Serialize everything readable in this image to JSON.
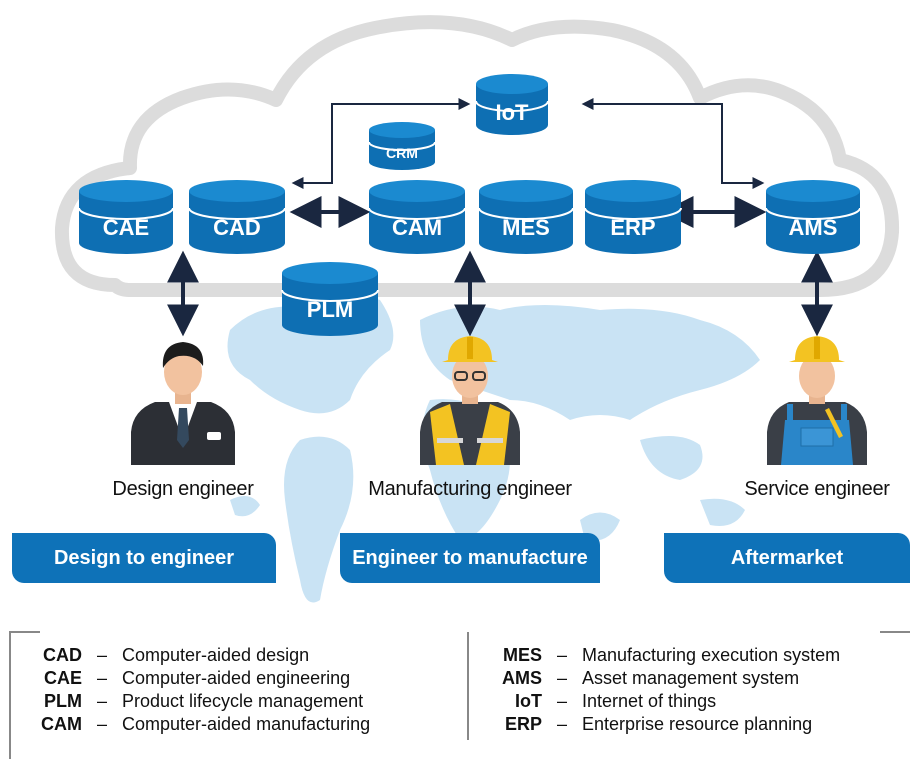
{
  "systems": {
    "iot": "IoT",
    "crm": "CRM",
    "cae": "CAE",
    "cad": "CAD",
    "cam": "CAM",
    "mes": "MES",
    "erp": "ERP",
    "ams": "AMS",
    "plm": "PLM"
  },
  "roles": {
    "design": "Design engineer",
    "manufacturing": "Manufacturing engineer",
    "service": "Service engineer"
  },
  "stages": {
    "design": "Design to engineer",
    "manufacture": "Engineer to manufacture",
    "aftermarket": "Aftermarket"
  },
  "legend": {
    "separator": "–",
    "left": [
      {
        "abbr": "CAD",
        "text": "Computer-aided design"
      },
      {
        "abbr": "CAE",
        "text": "Computer-aided engineering"
      },
      {
        "abbr": "PLM",
        "text": "Product lifecycle management"
      },
      {
        "abbr": "CAM",
        "text": "Computer-aided manufacturing"
      }
    ],
    "right": [
      {
        "abbr": "MES",
        "text": "Manufacturing execution system"
      },
      {
        "abbr": "AMS",
        "text": "Asset management system"
      },
      {
        "abbr": "IoT",
        "text": "Internet of things"
      },
      {
        "abbr": "ERP",
        "text": "Enterprise resource planning"
      }
    ]
  },
  "colors": {
    "db_top": "#1b8ad0",
    "db_body": "#0e6fb3",
    "db_line": "#ffffff",
    "cloud_fill": "#ffffff",
    "cloud_stroke": "#dcdcdc",
    "arrow": "#1a2740",
    "map": "#c5e0f2",
    "stage": "#0e72b8"
  }
}
